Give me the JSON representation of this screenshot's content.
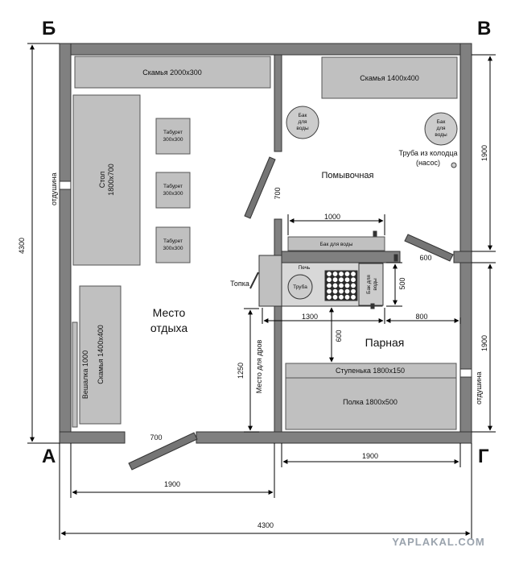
{
  "corners": {
    "tl": "Б",
    "tr": "В",
    "bl": "А",
    "br": "Г"
  },
  "labels": {
    "bench_top_left": "Скамья 2000x300",
    "bench_top_right": "Скамья 1400x400",
    "table": [
      "Стол",
      "1800x700"
    ],
    "stool": [
      "Табурет",
      "300x300"
    ],
    "water_tank_small": [
      "Бак",
      "для",
      "воды"
    ],
    "pipe": [
      "Труба из колодца",
      "(насос)"
    ],
    "washroom": "Помывочная",
    "rest_area": [
      "Место",
      "отдыха"
    ],
    "steam_room": "Парная",
    "water_tank_long": "Бак для воды",
    "stove": "Печь",
    "chimney": "Труба",
    "water_tank_vertical": [
      "Бак для",
      "воды"
    ],
    "firebox": "Топка",
    "bench_lower_left": "Скамья 1400x400",
    "hanger": "Вешалка 1000",
    "firewood": "Место для дров",
    "step": "Ступенька 1800x150",
    "shelf": "Полка 1800x500",
    "vent_left": "отдушина",
    "vent_right": "отдушина"
  },
  "dimensions": {
    "total_width": "4300",
    "total_height": "4300",
    "bottom_left": "1900",
    "bottom_right": "1900",
    "right_upper": "1900",
    "right_lower": "1900",
    "tank_width": "1000",
    "door_upper": "700",
    "door_bottom": "700",
    "door_right": "600",
    "stove_width": "1300",
    "right_800": "800",
    "stove_depth": "500",
    "gap_600": "600",
    "firewood_height": "1250"
  },
  "watermark": "YAPLAKAL.COM",
  "colors": {
    "wall": "#808080",
    "furniture": "#c0c0c0",
    "tank": "#cccccc",
    "door": "#757575"
  }
}
